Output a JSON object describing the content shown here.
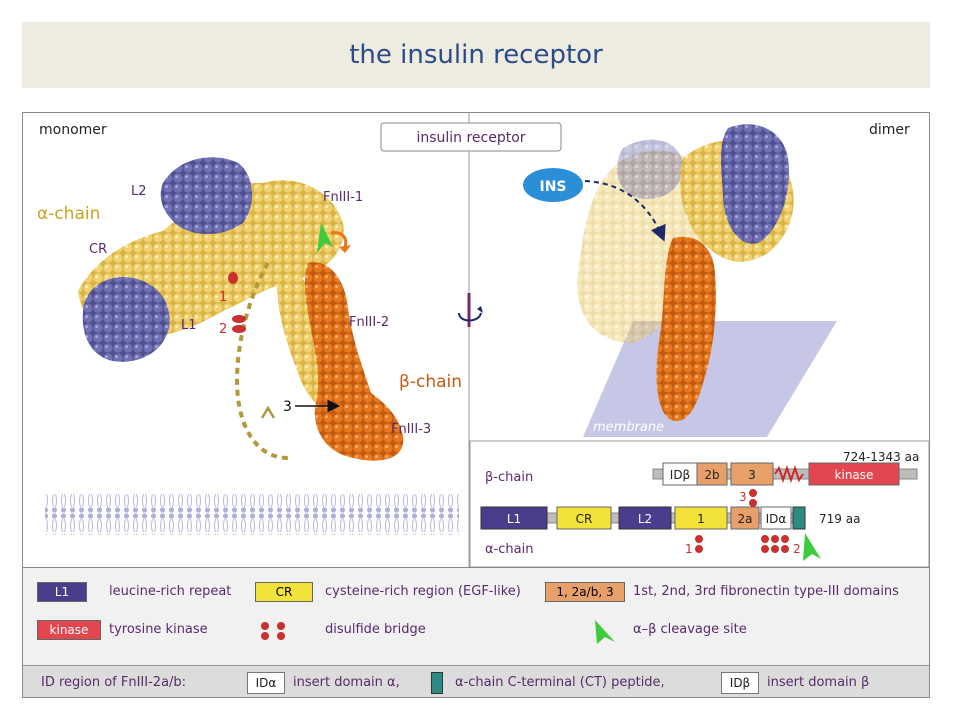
{
  "title": "the insulin receptor",
  "panel_labels": {
    "monomer": "monomer",
    "dimer": "dimer",
    "center_box": "insulin receptor",
    "alpha_chain": "α-chain",
    "beta_chain": "β-chain",
    "membrane": "membrane",
    "ins": "INS"
  },
  "monomer_labels": {
    "l1": "L1",
    "l2": "L2",
    "cr": "CR",
    "fn1": "FnIII-1",
    "fn2": "FnIII-2",
    "fn3": "FnIII-3",
    "ss1": "1",
    "ss2": "2",
    "ss3": "3"
  },
  "domain_map": {
    "beta_label": "β-chain",
    "alpha_label": "α-chain",
    "beta_range": "724-1343 aa",
    "alpha_range": "719 aa",
    "beta_domains": [
      "IDβ",
      "2b",
      "3",
      "kinase"
    ],
    "alpha_domains": [
      "L1",
      "CR",
      "L2",
      "1",
      "2a",
      "IDα"
    ],
    "bridge_labels": {
      "b3": "3",
      "a1": "1",
      "a2": "2"
    }
  },
  "legend": {
    "l1_swatch": "L1",
    "l1_text": "leucine-rich repeat",
    "cr_swatch": "CR",
    "cr_text": "cysteine-rich region (EGF-like)",
    "fn_swatch": "1, 2a/b, 3",
    "fn_text": "1st, 2nd, 3rd fibronectin type-III domains",
    "kinase_swatch": "kinase",
    "kinase_text": "tyrosine kinase",
    "disulfide_text": "disulfide bridge",
    "cleavage_text": "α–β cleavage site",
    "id_region": "ID region of FnIII-2a/b:",
    "ida_box": "IDα",
    "ida_text": "insert domain α,",
    "ct_text": "α-chain C-terminal (CT) peptide,",
    "idb_box": "IDβ",
    "idb_text": "insert domain β"
  },
  "colors": {
    "l_domain": "#4a3d8c",
    "cr_domain": "#f2e23a",
    "fn_domain": "#e8a06a",
    "kinase": "#e2474f",
    "yellow_atoms": "#e8c455",
    "blue_atoms": "#6668a8",
    "orange_atoms": "#e0731c",
    "disulfide": "#c8312e",
    "cleavage": "#3ecb3e",
    "ct_peptide": "#2e8b84",
    "membrane": "#a8a8d4",
    "ins": "#2b8fd8",
    "accent_text": "#5a2a6b"
  },
  "icons": [
    "cleavage-arrow-icon",
    "rotate-icon",
    "disulfide-icon"
  ]
}
